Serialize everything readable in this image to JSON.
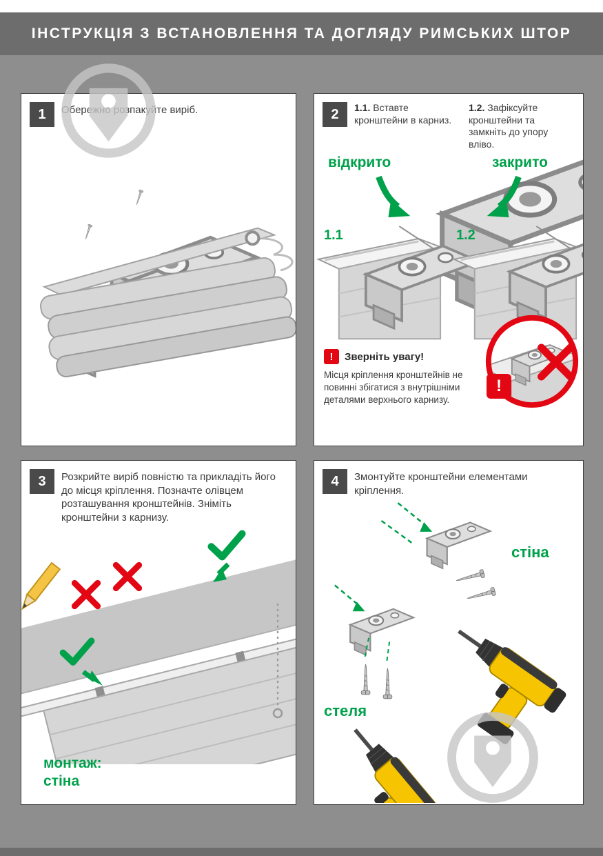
{
  "header": {
    "title": "ІНСТРУКЦІЯ З ВСТАНОВЛЕННЯ ТА ДОГЛЯДУ РИМСЬКИХ ШТОР"
  },
  "colors": {
    "accent_green": "#00A14B",
    "warning_red": "#E30613",
    "title_band_bg": "#6D6D6D",
    "page_bg": "#8E8E8E"
  },
  "steps": [
    {
      "number": "1",
      "text": "Обережно розпакуйте виріб."
    },
    {
      "number": "2",
      "instr_a_num": "1.1.",
      "instr_a": "Вставте кронштейни в карниз.",
      "instr_b_num": "1.2.",
      "instr_b": "Зафіксуйте кронштейни та замкніть до упору вліво.",
      "label_open": "відкрито",
      "label_closed": "закрито",
      "fig_a": "1.1",
      "fig_b": "1.2",
      "warning_mark": "!",
      "warning_title": "Зверніть увагу!",
      "warning_text": "Місця кріплення кронштейнів не повинні збігатися з внутрішніми деталями верхнього карнизу."
    },
    {
      "number": "3",
      "text": "Розкрийте виріб повністю та прикладіть його до місця кріплення. Позначте олівцем розташування кронштейнів. Зніміть кронштейни з карнизу.",
      "caption_line1": "монтаж:",
      "caption_line2": "стіна"
    },
    {
      "number": "4",
      "text": "Змонтуйте кронштейни елементами кріплення.",
      "label_wall": "стіна",
      "label_ceiling": "стеля"
    }
  ]
}
